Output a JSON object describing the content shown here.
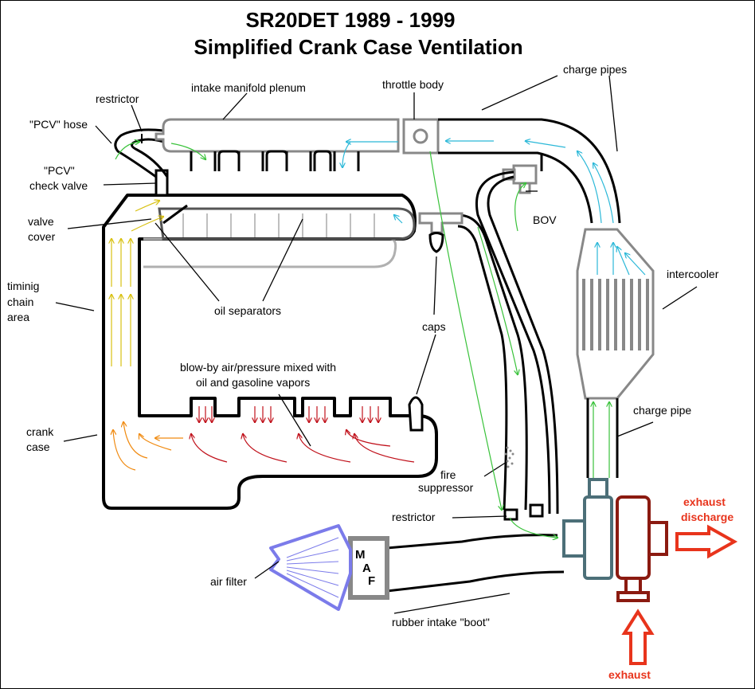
{
  "title": {
    "line1": "SR20DET 1989 - 1999",
    "line2": "Simplified Crank Case Ventilation"
  },
  "labels": {
    "intake_manifold_plenum": "intake manifold plenum",
    "throttle_body": "throttle body",
    "charge_pipes": "charge pipes",
    "restrictor_top": "restrictor",
    "pcv_hose": "\"PCV\" hose",
    "pcv_check_valve_1": "\"PCV\"",
    "pcv_check_valve_2": "check valve",
    "valve_cover_1": "valve",
    "valve_cover_2": "cover",
    "bov": "BOV",
    "timing_chain_1": "timinig",
    "timing_chain_2": "chain",
    "timing_chain_3": "area",
    "oil_separators": "oil separators",
    "intercooler": "intercooler",
    "caps": "caps",
    "blowby_1": "blow-by air/pressure mixed with",
    "blowby_2": "oil and gasoline vapors",
    "charge_pipe": "charge pipe",
    "crank_case_1": "crank",
    "crank_case_2": "case",
    "fire_suppressor_1": "fire",
    "fire_suppressor_2": "suppressor",
    "restrictor_bottom": "restrictor",
    "exhaust_discharge_1": "exhaust",
    "exhaust_discharge_2": "discharge",
    "maf_m": "M",
    "maf_a": "A",
    "maf_f": "F",
    "air_filter": "air filter",
    "rubber_boot": "rubber intake \"boot\"",
    "exhaust": "exhaust"
  },
  "colors": {
    "outline": "#000000",
    "gray_part": "#8a8a8a",
    "air_filter": "#7b7bea",
    "turbo_compressor": "#4c6f78",
    "turbo_turbine": "#8b1a10",
    "exhaust_arrow": "#e8341c",
    "flow_green": "#39c23a",
    "flow_cyan": "#2bb8d8",
    "flow_yellow": "#e8d020",
    "flow_orange": "#f08a10",
    "flow_red": "#c0101a"
  }
}
